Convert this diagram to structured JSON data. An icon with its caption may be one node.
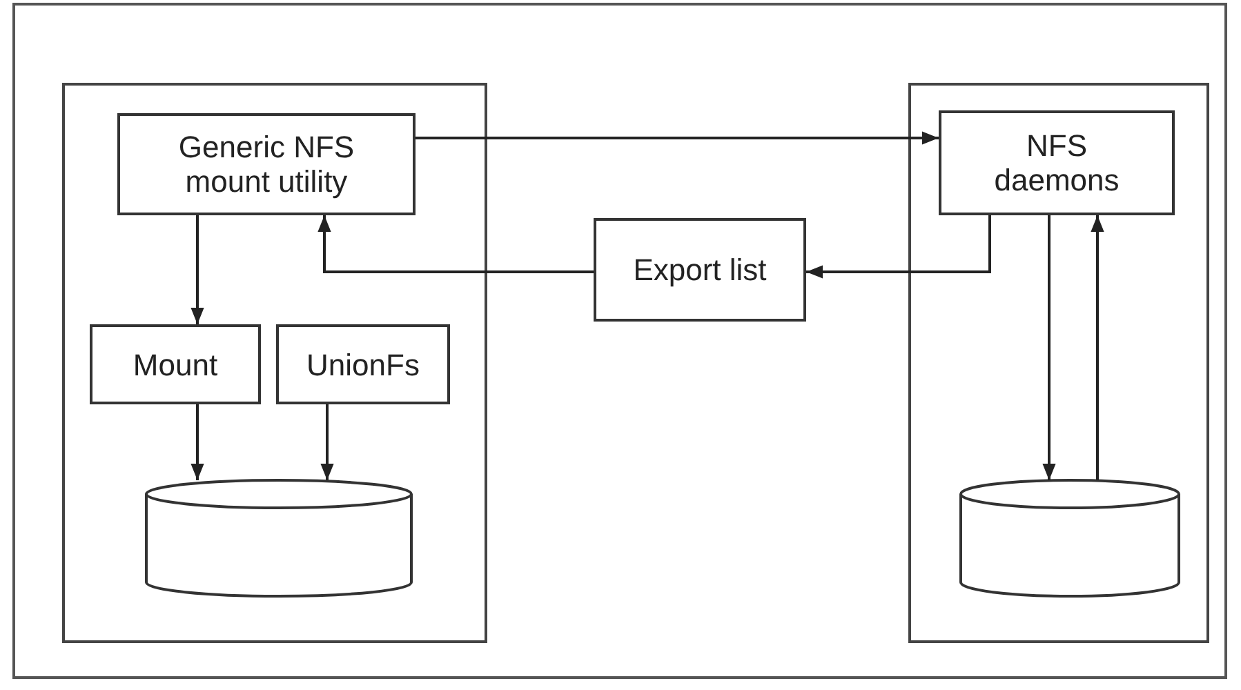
{
  "diagram": {
    "nodes": [
      {
        "text": [],
        "shape": "box"
      },
      {
        "text": [
          "Generic NFS mount utility"
        ],
        "in": 0
      },
      {
        "text": [
          "Mount"
        ],
        "in": 0
      },
      {
        "text": [
          "UnionFs"
        ],
        "in": 0
      },
      {
        "text": [],
        "shape": "cylinder",
        "in": 0
      },
      {
        "text": [
          "Export list"
        ]
      },
      {
        "text": [],
        "shape": "box"
      },
      {
        "text": [
          "NFS daemons"
        ],
        "in": 6
      },
      {
        "text": [],
        "shape": "cylinder",
        "in": 6
      }
    ],
    "edges": [
      {
        "from": 1,
        "to": 7,
        "arrow": "to"
      },
      {
        "from": 7,
        "to": 5,
        "arrow": "to"
      },
      {
        "from": 5,
        "to": 1,
        "arrow": "to"
      },
      {
        "from": 1,
        "to": 2,
        "arrow": "to"
      },
      {
        "from": 2,
        "to": 4,
        "arrow": "to"
      },
      {
        "from": 3,
        "to": 4,
        "arrow": "to"
      },
      {
        "from": 7,
        "to": 8,
        "arrow": "to"
      },
      {
        "from": 8,
        "to": 7,
        "arrow": "to"
      }
    ]
  }
}
